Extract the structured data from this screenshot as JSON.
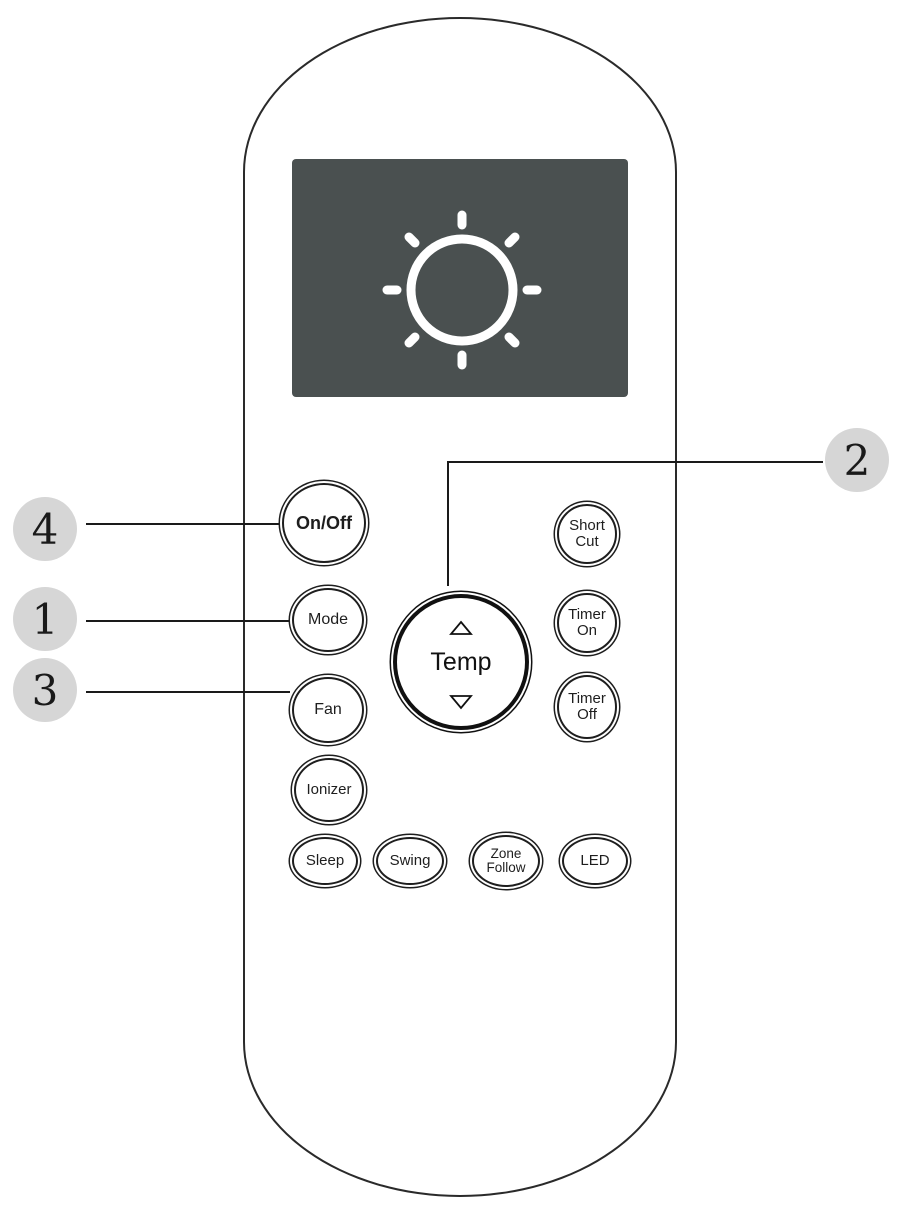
{
  "callouts": [
    {
      "id": "4",
      "label": "4"
    },
    {
      "id": "1",
      "label": "1"
    },
    {
      "id": "3",
      "label": "3"
    },
    {
      "id": "2",
      "label": "2"
    }
  ],
  "buttons": {
    "on_off": "On/Off",
    "mode": "Mode",
    "fan": "Fan",
    "ionizer": "Ionizer",
    "sleep": "Sleep",
    "swing": "Swing",
    "zone_follow": [
      "Zone",
      "Follow"
    ],
    "led": "LED",
    "short_cut": [
      "Short",
      "Cut"
    ],
    "timer_on": [
      "Timer",
      "On"
    ],
    "timer_off": [
      "Timer",
      "Off"
    ],
    "temp": "Temp"
  },
  "display": {
    "icon": "sun-icon",
    "background": "#4a5050"
  }
}
